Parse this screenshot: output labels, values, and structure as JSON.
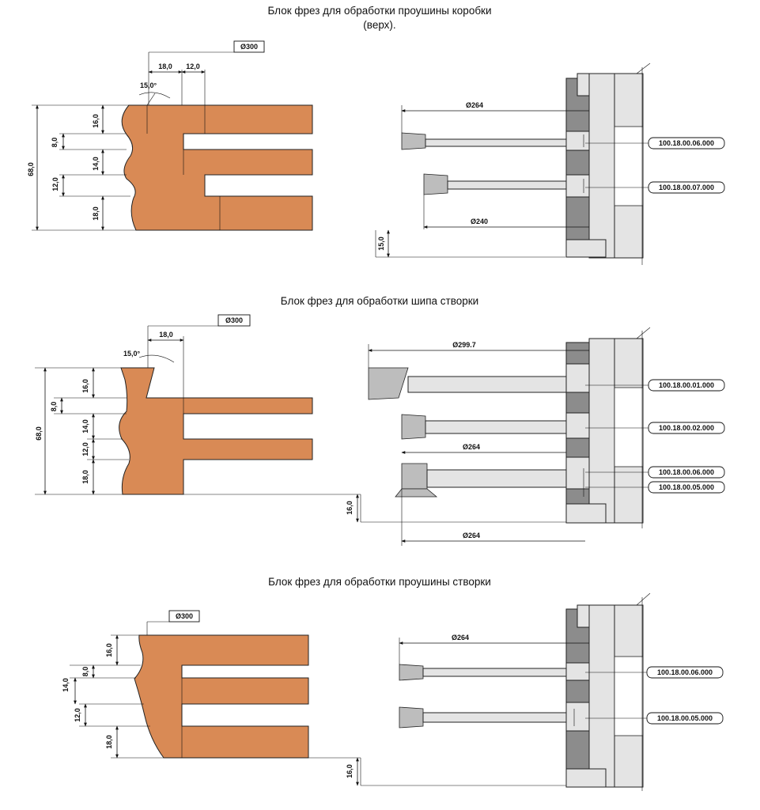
{
  "sections": [
    {
      "title_line1": "Блок фрез для обработки проушины коробки",
      "title_line2": "(верх).",
      "diameter_label": "Ø300",
      "dims_top": [
        "18,0",
        "12,0"
      ],
      "angle": "15,0°",
      "dims_left": [
        "16,0",
        "8,0",
        "14,0",
        "12,0",
        "18,0"
      ],
      "total_height": "68,0",
      "bottom_offset": "15,0",
      "cutter_diameters": [
        "Ø264",
        "Ø240"
      ],
      "part_numbers": [
        "100.18.00.06.000",
        "100.18.00.07.000"
      ]
    },
    {
      "title": "Блок фрез для обработки шипа створки",
      "diameter_label": "Ø300",
      "dims_top": [
        "18,0"
      ],
      "angle": "15,0°",
      "dims_left": [
        "16,0",
        "8,0",
        "14,0",
        "12,0",
        "18,0"
      ],
      "total_height": "68,0",
      "bottom_offset": "16,0",
      "cutter_diameters": [
        "Ø299.7",
        "Ø264",
        "Ø264"
      ],
      "part_numbers": [
        "100.18.00.01.000",
        "100.18.00.02.000",
        "100.18.00.06.000",
        "100.18.00.05.000"
      ]
    },
    {
      "title": "Блок фрез для обработки проушины створки",
      "diameter_label": "Ø300",
      "dims_left": [
        "16,0",
        "8,0",
        "14,0",
        "12,0",
        "18,0"
      ],
      "bottom_offset": "16,0",
      "cutter_diameters": [
        "Ø264"
      ],
      "part_numbers": [
        "100.18.00.06.000",
        "100.18.00.05.000"
      ]
    }
  ]
}
